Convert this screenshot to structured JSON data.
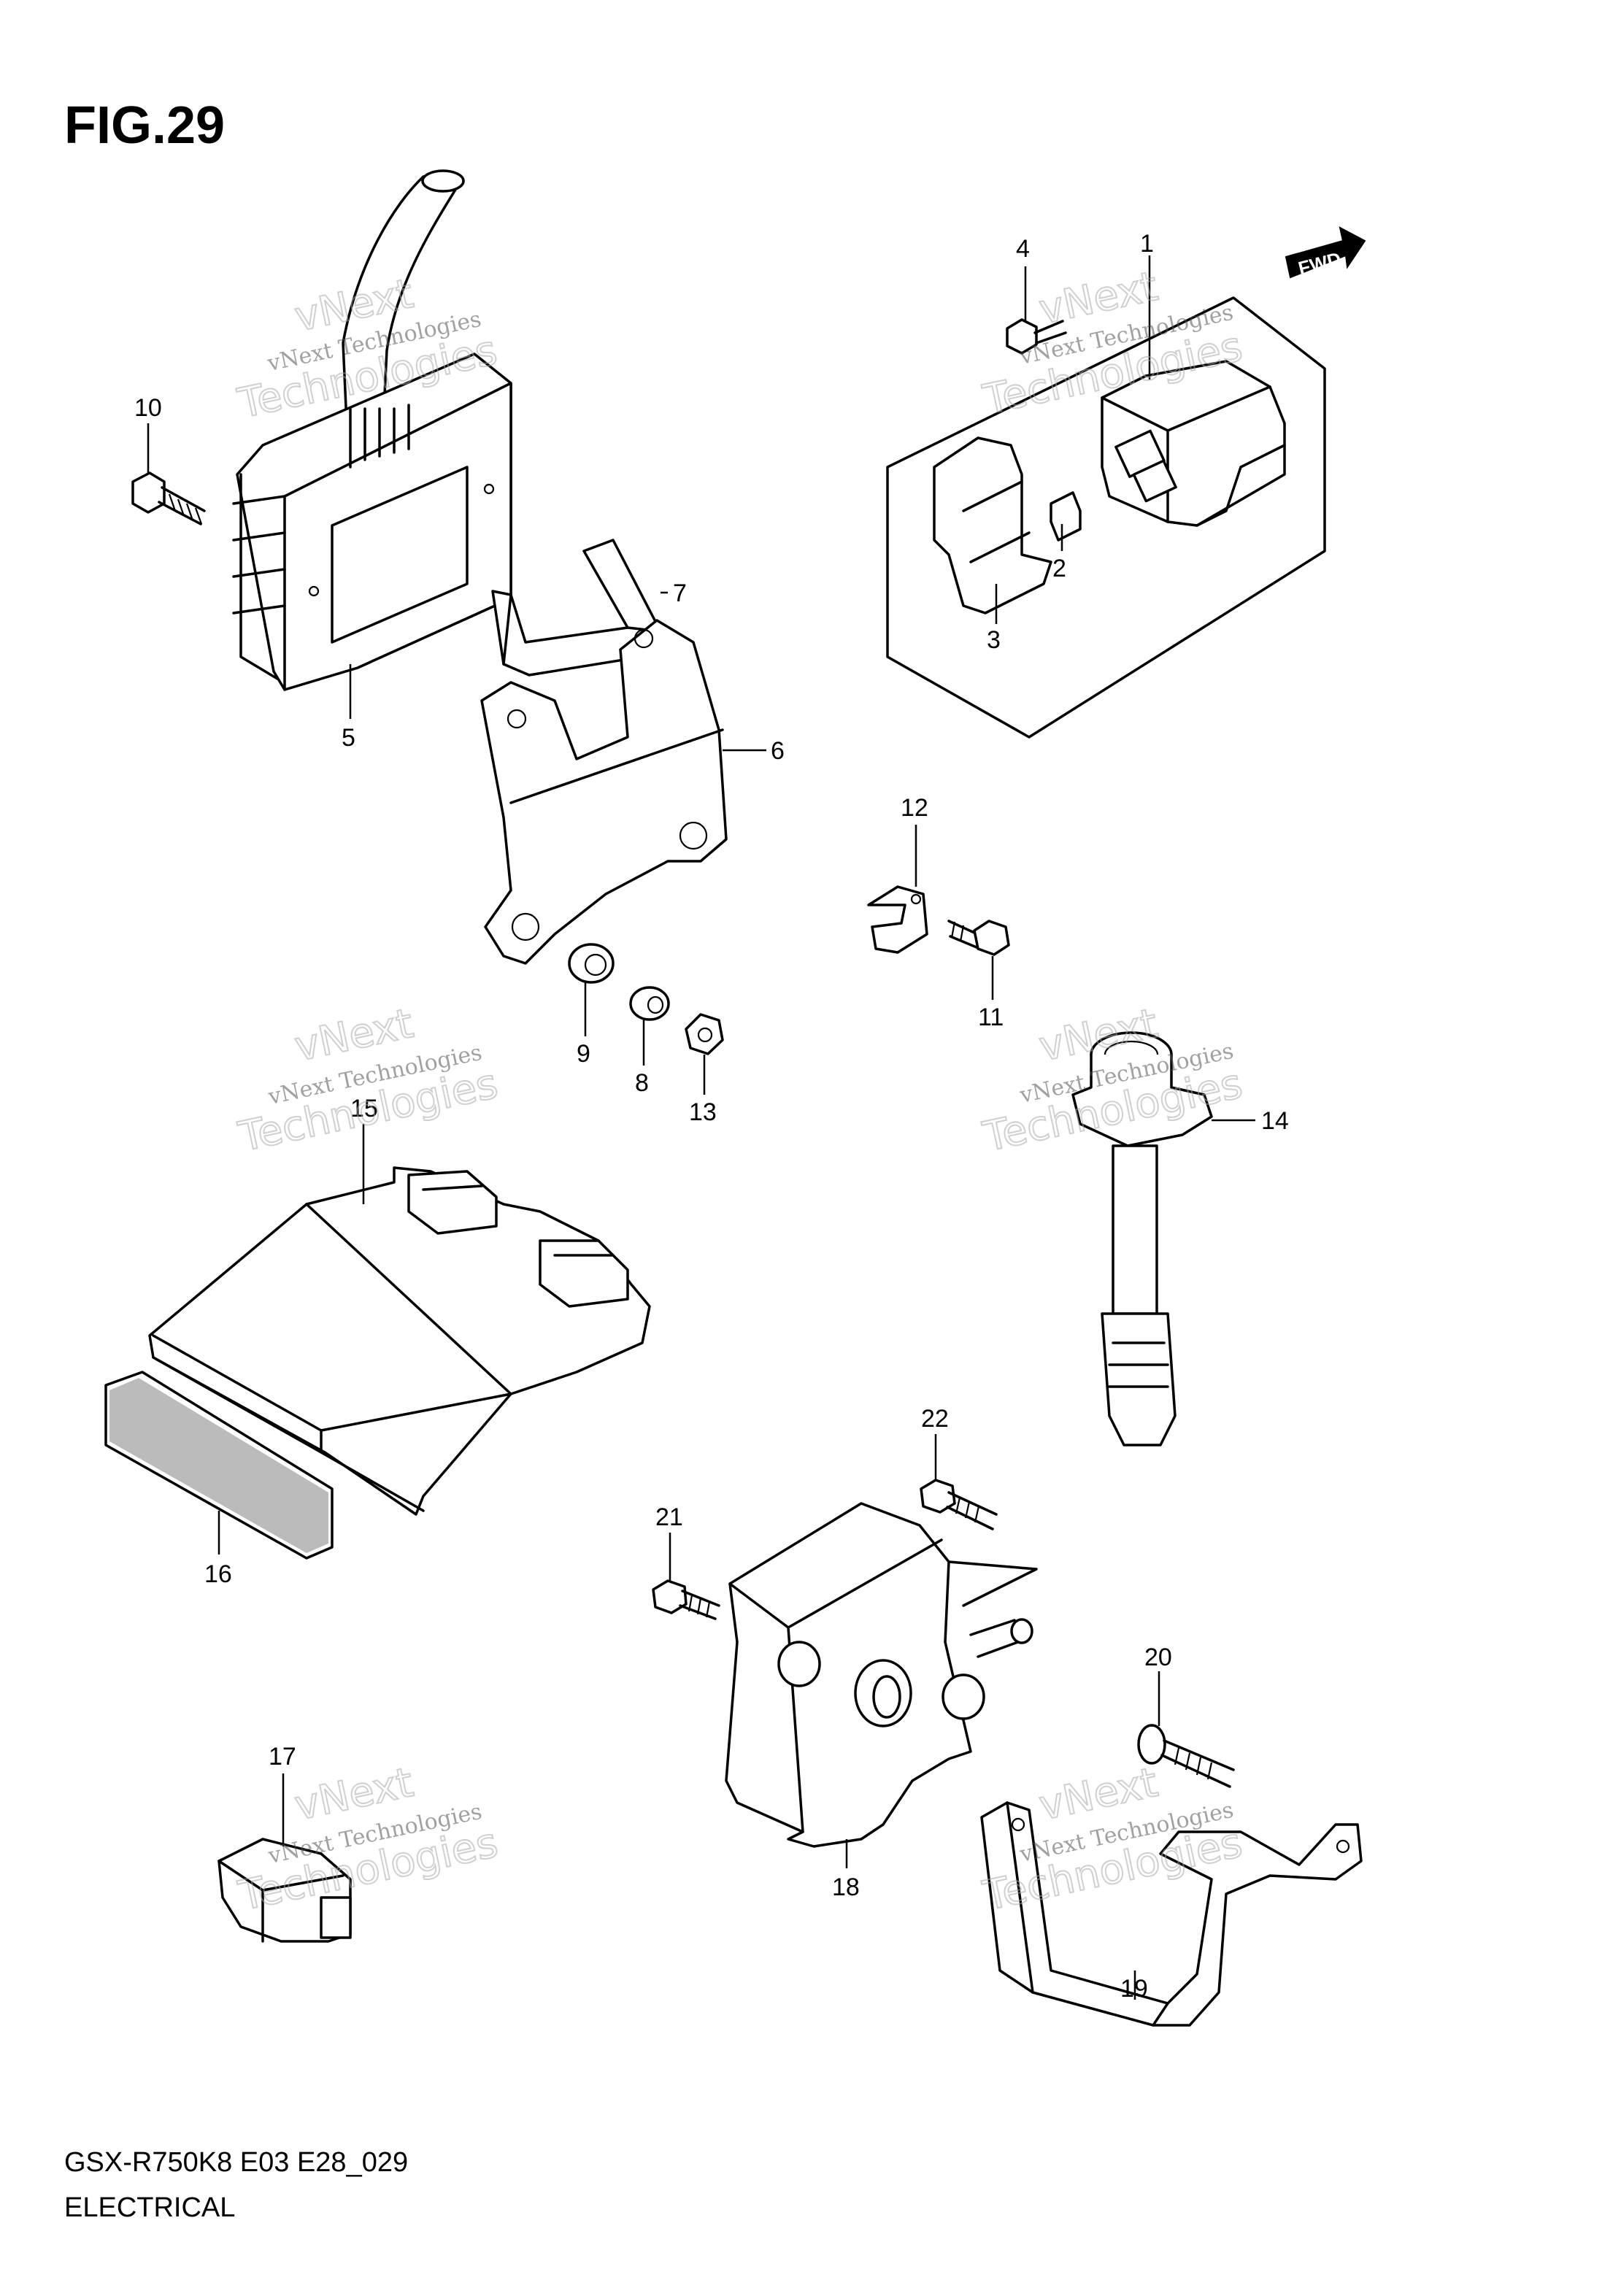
{
  "figure": {
    "title": "FIG.29",
    "model_code": "GSX-R750K8 E03 E28_029",
    "section": "ELECTRICAL",
    "fwd_label": "FWD"
  },
  "watermark": {
    "line1": "vNext Technologies",
    "line2": "vNext",
    "line3": "Technologies"
  },
  "callouts": [
    {
      "id": "1",
      "label": "1"
    },
    {
      "id": "2",
      "label": "2"
    },
    {
      "id": "3",
      "label": "3"
    },
    {
      "id": "4",
      "label": "4"
    },
    {
      "id": "5",
      "label": "5"
    },
    {
      "id": "6",
      "label": "6"
    },
    {
      "id": "7",
      "label": "7"
    },
    {
      "id": "8",
      "label": "8"
    },
    {
      "id": "9",
      "label": "9"
    },
    {
      "id": "10",
      "label": "10"
    },
    {
      "id": "11",
      "label": "11"
    },
    {
      "id": "12",
      "label": "12"
    },
    {
      "id": "13",
      "label": "13"
    },
    {
      "id": "14",
      "label": "14"
    },
    {
      "id": "15",
      "label": "15"
    },
    {
      "id": "16",
      "label": "16"
    },
    {
      "id": "17",
      "label": "17"
    },
    {
      "id": "18",
      "label": "18"
    },
    {
      "id": "19",
      "label": "19"
    },
    {
      "id": "20",
      "label": "20"
    },
    {
      "id": "21",
      "label": "21"
    },
    {
      "id": "22",
      "label": "22"
    }
  ]
}
